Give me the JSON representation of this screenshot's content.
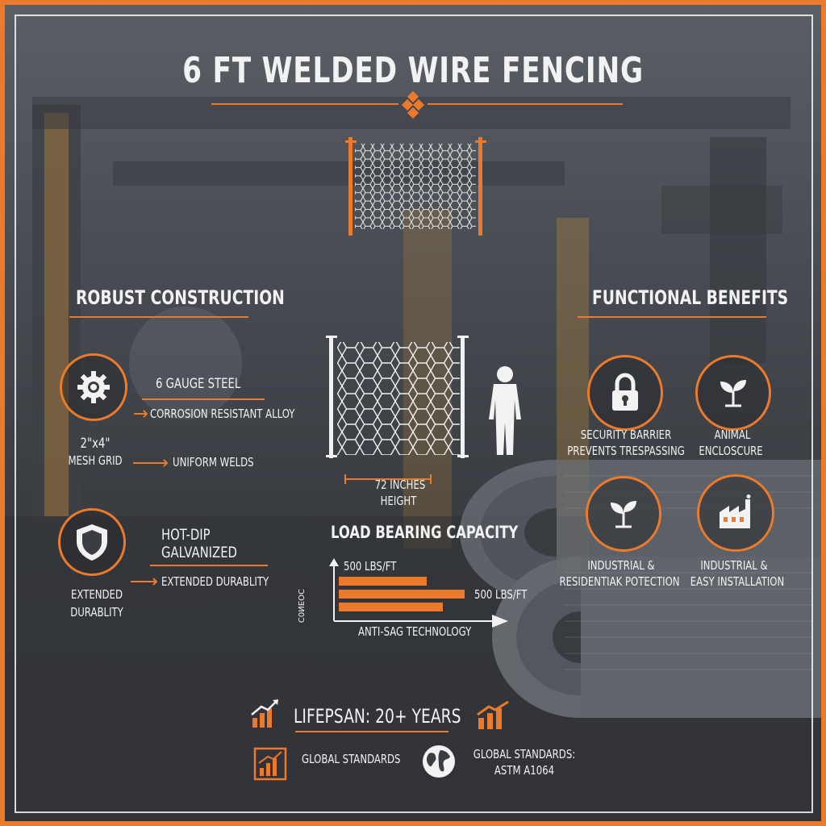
{
  "title": "6 FT WELDED WIRE FENCING",
  "construction": {
    "heading": "ROBUST CONSTRUCTION",
    "steel": "6 GAUGE STEEL",
    "alloy": "CORROSION RESISTANT ALLOY",
    "mesh_size": "2\"x4\"",
    "mesh_label": "MESH GRID",
    "welds": "UNIFORM WELDS",
    "coating_line1": "HOT-DIP",
    "coating_line2": "GALVANIZED",
    "durability_line1": "EXTENDED",
    "durability_line2": "DURABLITY",
    "durability_arrow": "EXTENDED DURABLITY"
  },
  "dimension": {
    "line1": "72 INCHES",
    "line2": "HEIGHT"
  },
  "load": {
    "heading": "LOAD BEARING CAPACITY",
    "top_label": "500 LBS/FT",
    "side_label": "500 LBS/FT",
    "axis_label": "ANTI-SAG TECHNOLOGY",
    "y_axis_text": "ƆOƎИ0Ɔ",
    "bar_levels": [
      0.7,
      1.0,
      0.83
    ]
  },
  "benefits": {
    "heading": "FUNCTIONAL BENEFITS",
    "security_line1": "SECURITY BARRIER",
    "security_line2": "PREVENTS TRESPASSING",
    "animal_line1": "ANIMAL",
    "animal_line2": "ENCLOSCURE",
    "res_line1": "INDUSTRIAL &",
    "res_line2": "RESIDENTIAK POTECTION",
    "ind_line1": "INDUSTRIAL &",
    "ind_line2": "EASY INSTALLATION"
  },
  "footer": {
    "lifespan": "LIFEPSAN: 20+ YEARS",
    "standards_left": "GLOBAL STANDARDS",
    "standards_right_line1": "GLOBAL STANDARDS:",
    "standards_right_line2": "ASTM A1064"
  },
  "colors": {
    "accent": "#ec7a2c",
    "text": "#f2f2f2",
    "frame_inner": "#f5f5f5"
  },
  "icons": [
    "gear-icon",
    "shield-icon",
    "lock-icon",
    "sprout-icon",
    "factory-icon",
    "chart-up-icon",
    "globe-icon",
    "person-icon",
    "fence-icon"
  ]
}
